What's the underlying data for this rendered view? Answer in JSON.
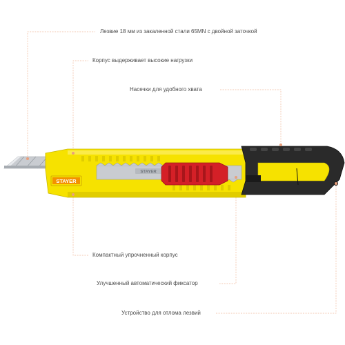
{
  "brand": {
    "logo_text": "STAYER"
  },
  "colors": {
    "body_yellow": "#f6e200",
    "grip_black": "#2a2a2a",
    "slider_red": "#d42027",
    "blade_steel": "#c9ccd1",
    "leader_line": "#f0b89a",
    "leader_dot": "#e9a07d"
  },
  "callouts": {
    "blade": "Лезвие 18 мм из закаленной стали 65MN с двойной заточкой",
    "load": "Корпус выдерживает высокие нагрузки",
    "grip": "Насечки для удобного хвата",
    "compact": "Компактный упрочненный корпус",
    "lock": "Улучшенный автоматический фиксатор",
    "breaker": "Устройство для отлома лезвий"
  }
}
